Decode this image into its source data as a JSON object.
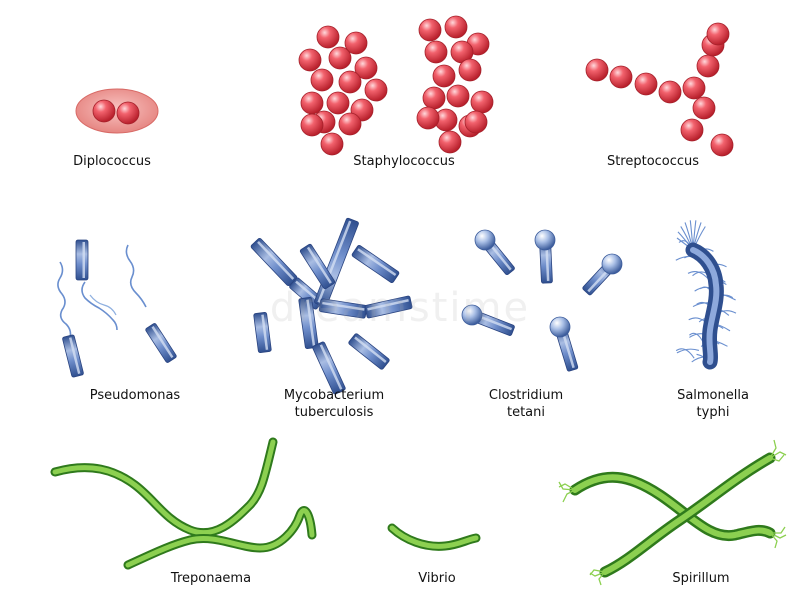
{
  "watermark": "dreamstime",
  "labels": {
    "diplococcus": "Diplococcus",
    "staphylococcus": "Staphylococcus",
    "streptococcus": "Streptococcus",
    "pseudomonas": "Pseudomonas",
    "mycobacterium_1": "Mycobacterium",
    "mycobacterium_2": "tuberculosis",
    "clostridium_1": "Clostridium",
    "clostridium_2": "tetani",
    "salmonella_1": "Salmonella",
    "salmonella_2": "typhi",
    "treponaema": "Treponaema",
    "vibrio": "Vibrio",
    "spirillum": "Spirillum"
  },
  "colors": {
    "coccus": "#e8414f",
    "rod": "#4a6fb0",
    "spore": "#9fb4dc",
    "spiral": "#7cc242",
    "capsule": "#f2a0a0"
  }
}
